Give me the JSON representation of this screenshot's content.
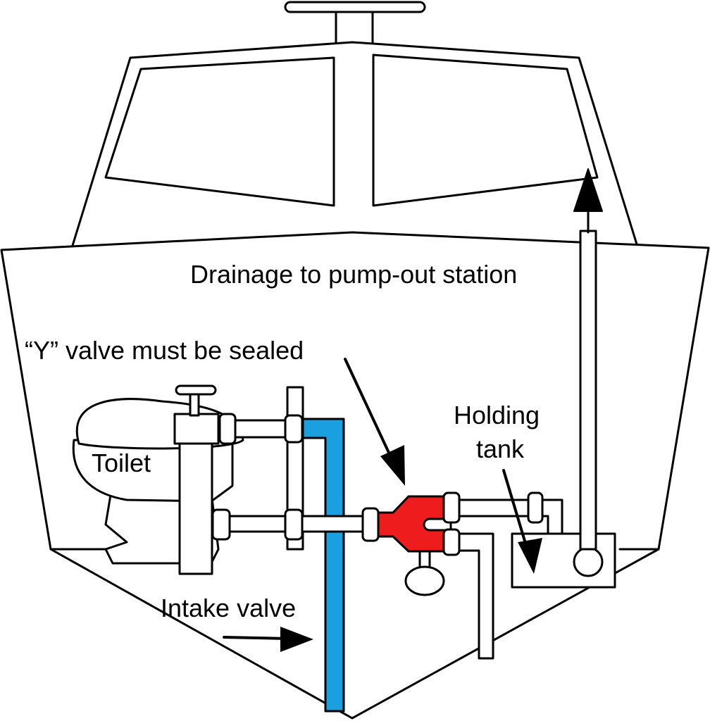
{
  "labels": {
    "drainage": "Drainage to pump-out station",
    "y_valve": "“Y” valve must be sealed",
    "holding_tank_line1": "Holding",
    "holding_tank_line2": "tank",
    "toilet": "Toilet",
    "intake_valve": "Intake valve"
  },
  "colors": {
    "intake_pipe": "#1aa0e0",
    "y_valve": "#ee1c1c",
    "outline": "#000000",
    "background": "#ffffff"
  }
}
